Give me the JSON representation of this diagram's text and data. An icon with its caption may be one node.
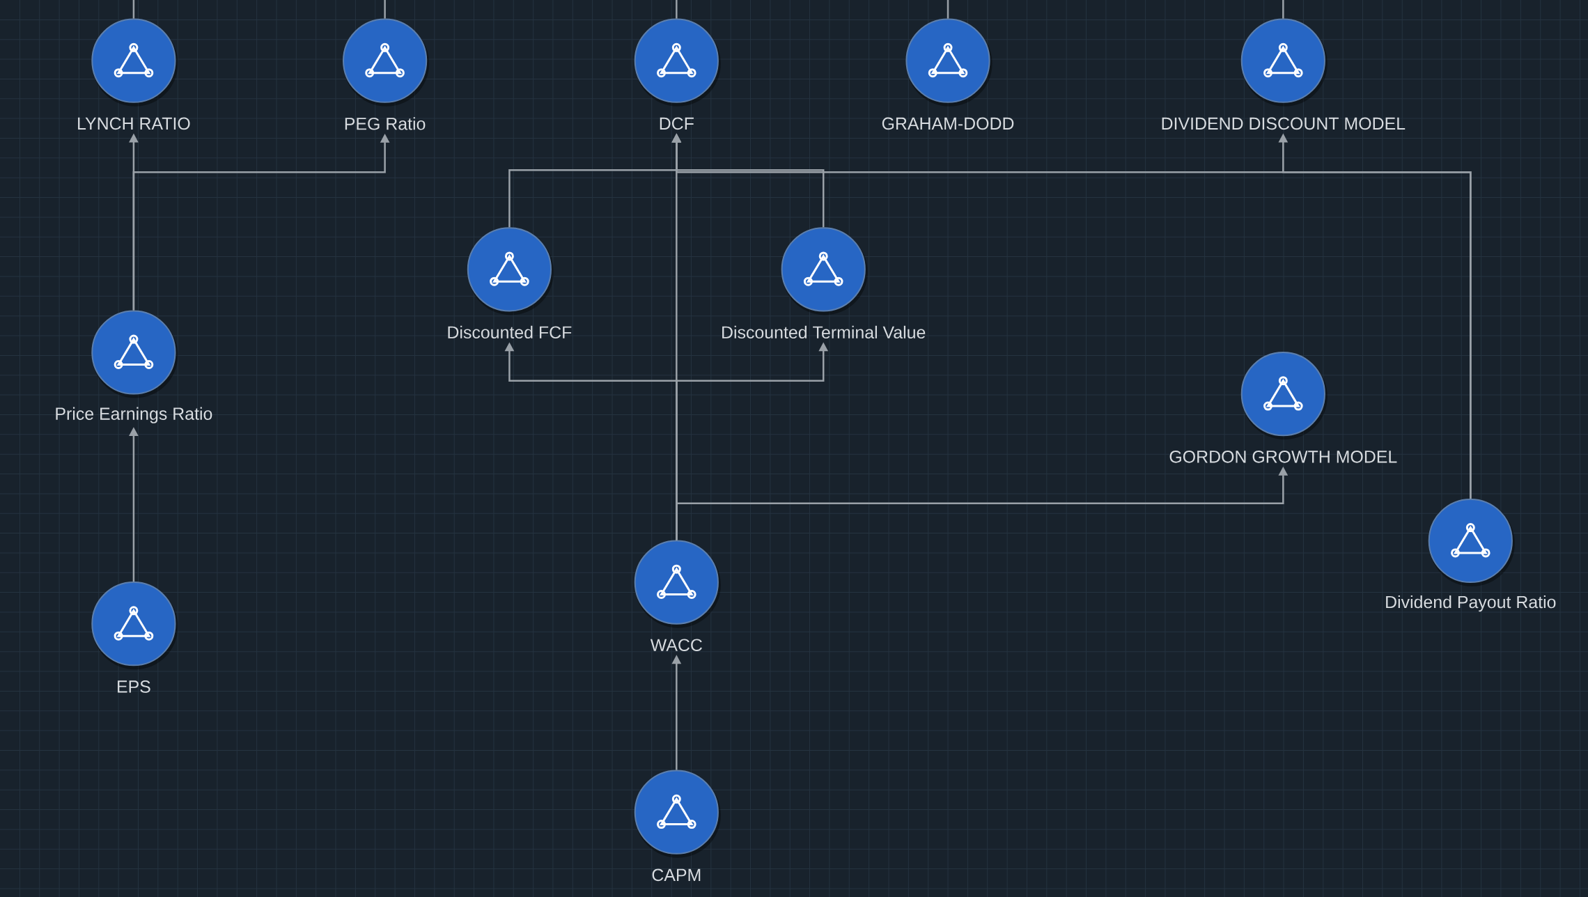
{
  "diagram": {
    "nodes": [
      {
        "text": [
          "LYNCH RATIO"
        ]
      },
      {
        "text": [
          "PEG Ratio"
        ]
      },
      {
        "text": [
          "DCF"
        ]
      },
      {
        "text": [
          "GRAHAM-DODD"
        ]
      },
      {
        "text": [
          "DIVIDEND DISCOUNT MODEL"
        ]
      },
      {
        "text": [
          "Discounted FCF"
        ]
      },
      {
        "text": [
          "Discounted Terminal Value"
        ]
      },
      {
        "text": [
          "Price Earnings Ratio"
        ]
      },
      {
        "text": [
          "GORDON GROWTH MODEL"
        ]
      },
      {
        "text": [
          "Dividend Payout Ratio"
        ]
      },
      {
        "text": [
          "WACC"
        ]
      },
      {
        "text": [
          "EPS"
        ]
      },
      {
        "text": [
          "CAPM"
        ]
      }
    ],
    "edges": [
      {
        "from": 11,
        "to": 7,
        "arrow": "to"
      },
      {
        "from": 7,
        "to": 0,
        "arrow": "to"
      },
      {
        "from": 7,
        "to": 1,
        "arrow": "to"
      },
      {
        "from": 5,
        "to": 2,
        "arrow": "to"
      },
      {
        "from": 6,
        "to": 2,
        "arrow": "to"
      },
      {
        "from": 10,
        "to": 2,
        "arrow": "to"
      },
      {
        "from": 10,
        "to": 5,
        "arrow": "to"
      },
      {
        "from": 10,
        "to": 6,
        "arrow": "to"
      },
      {
        "from": 10,
        "to": 8,
        "arrow": "to"
      },
      {
        "from": 9,
        "to": 4,
        "arrow": "to"
      },
      {
        "from": 9,
        "to": 2,
        "arrow": "to"
      },
      {
        "from": 12,
        "to": 10,
        "arrow": "to"
      },
      {
        "from": 0,
        "to": null,
        "arrow": "none"
      },
      {
        "from": 1,
        "to": null,
        "arrow": "none"
      },
      {
        "from": 2,
        "to": null,
        "arrow": "none"
      },
      {
        "from": 3,
        "to": null,
        "arrow": "none"
      },
      {
        "from": 4,
        "to": null,
        "arrow": "none"
      }
    ]
  }
}
